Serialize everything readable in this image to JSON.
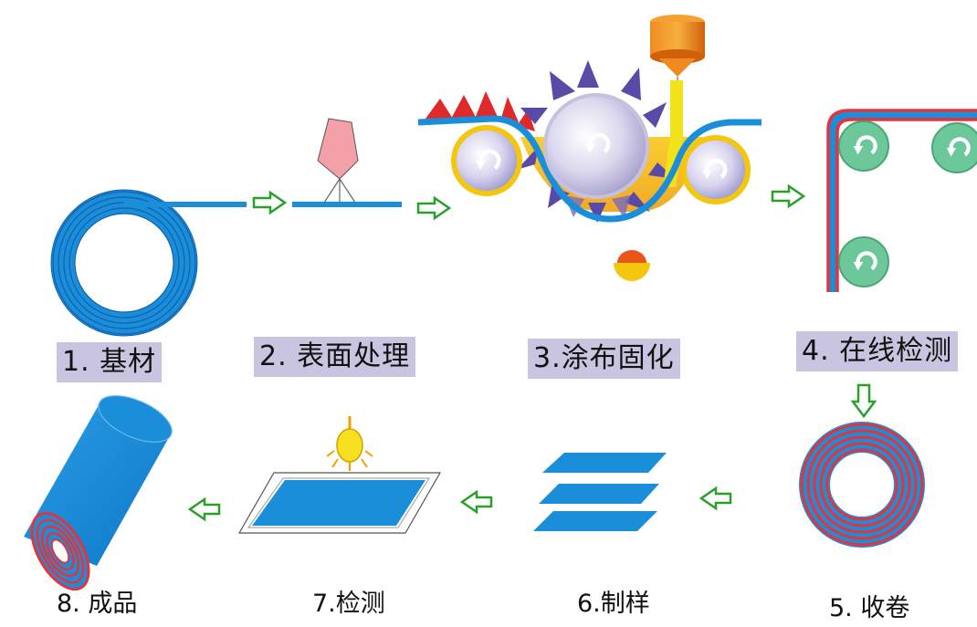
{
  "steps": [
    {
      "id": 1,
      "label": "1. 基材"
    },
    {
      "id": 2,
      "label": "2. 表面处理"
    },
    {
      "id": 3,
      "label": "3.涂布固化"
    },
    {
      "id": 4,
      "label": "4. 在线检测"
    },
    {
      "id": 5,
      "label": "5. 收卷"
    },
    {
      "id": 6,
      "label": "6.制样"
    },
    {
      "id": 7,
      "label": "7.检测"
    },
    {
      "id": 8,
      "label": "8. 成品"
    }
  ],
  "colors": {
    "film": "#1a8ed8",
    "film_edge": "#1060b0",
    "coating": "#e8323a",
    "arrow": "#2aa02a",
    "roller": "#c9c6e8",
    "roller_rim": "#f4c70f",
    "guide_roller": "#6cc79a",
    "tooth_purple": "#4a3aa0",
    "tooth_red": "#e02a2a",
    "nozzle": "#e8741a",
    "coating_liquid": "#f2e21a",
    "label_bg": "#c9c4e0",
    "plasma": "#f3a0a8"
  },
  "icons": [
    "arrow-right-icon",
    "arrow-left-icon",
    "arrow-down-icon",
    "rotate-icon",
    "lamp-icon"
  ]
}
